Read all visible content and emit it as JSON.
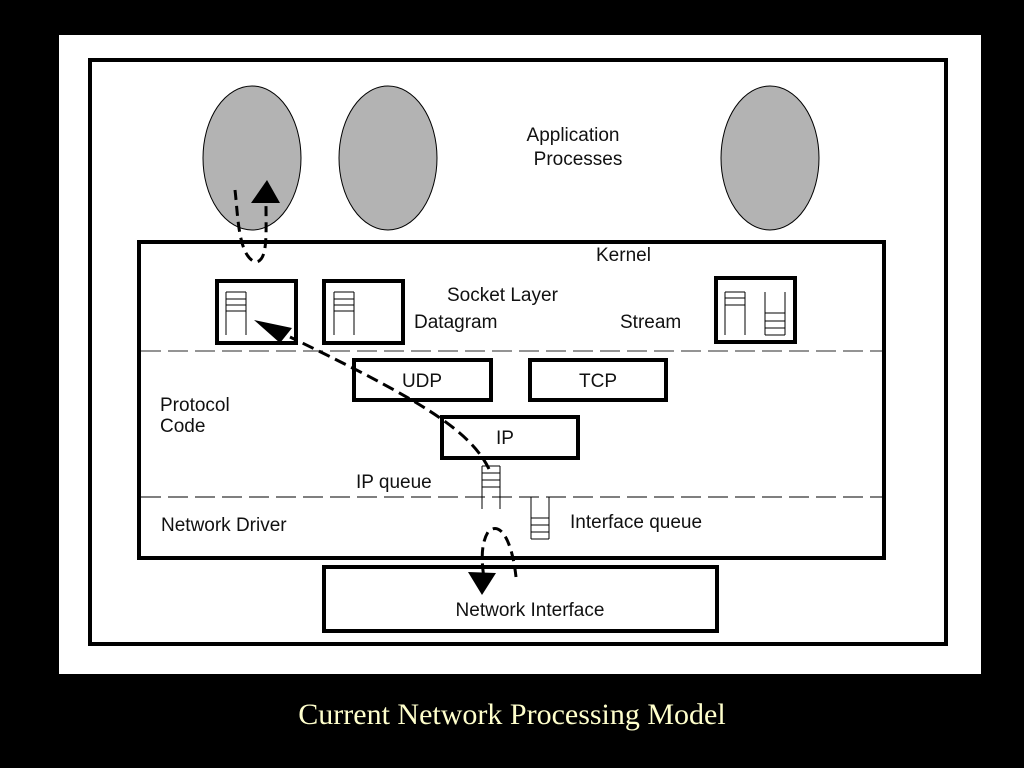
{
  "diagram": {
    "apps_label_line1": "Application",
    "apps_label_line2": "Processes",
    "kernel_label": "Kernel",
    "socket_layer_label": "Socket Layer",
    "datagram_label": "Datagram",
    "stream_label": "Stream",
    "protocol_label_line1": "Protocol",
    "protocol_label_line2": "Code",
    "udp_label": "UDP",
    "tcp_label": "TCP",
    "ip_label": "IP",
    "ip_queue_label": "IP queue",
    "network_driver_label": "Network Driver",
    "interface_queue_label": "Interface queue",
    "network_interface_label": "Network Interface",
    "colors": {
      "process_fill": "#b3b3b3",
      "line": "#000000",
      "caption": "#ffffcc"
    }
  },
  "caption": "Current Network Processing Model"
}
